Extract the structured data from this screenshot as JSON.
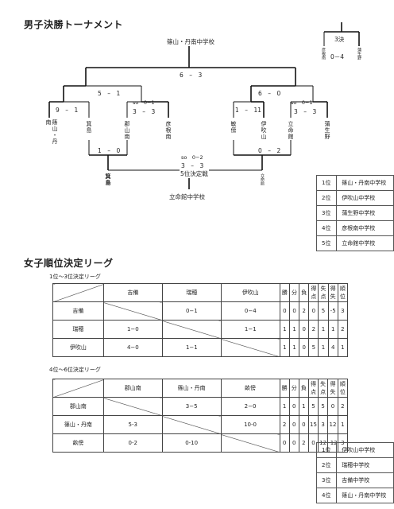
{
  "boys": {
    "title": "男子決勝トーナメント",
    "champion": "篠山・丹南中学校",
    "final_score": "6　–　3",
    "left_semi_score": "5　–　1",
    "right_semi_score": "6　–　0",
    "left_qf1_score": "9　–　1",
    "left_qf2_so": "so　0−1",
    "left_qf2_score": "3　–　3",
    "right_qf1_score": "1　–　11",
    "right_qf2_so": "so　0−1",
    "right_qf2_score": "3　–　3",
    "teams_left": [
      "篠山・丹南",
      "箕島",
      "郡山南",
      "彦根南"
    ],
    "teams_right": [
      "敏傍",
      "伊吹山",
      "立命館",
      "蒲生野"
    ],
    "consolation_left_score": "1　–　0",
    "consolation_right_score": "0　–　2",
    "fifth_so": "so　0−2",
    "fifth_score": "3　–　3",
    "fifth_label": "5位決定戦",
    "fifth_left_team": "箕島",
    "fifth_right_team": "立命館",
    "fifth_winner": "立命館中学校",
    "third": {
      "label": "3決",
      "left_team": "彦根南",
      "right_team": "蒲生野",
      "score": "0－4"
    },
    "ranking": [
      {
        "pos": "1位",
        "name": "篠山・丹南中学校"
      },
      {
        "pos": "2位",
        "name": "伊吹山中学校"
      },
      {
        "pos": "3位",
        "name": "蒲生野中学校"
      },
      {
        "pos": "4位",
        "name": "彦根南中学校"
      },
      {
        "pos": "5位",
        "name": "立命館中学校"
      }
    ]
  },
  "girls": {
    "title": "女子順位決定リーグ",
    "league1": {
      "subtitle": "1位～3位決定リーグ",
      "teams": [
        "吉備",
        "瑞穂",
        "伊吹山"
      ],
      "stat_headers": [
        "勝",
        "分",
        "負",
        "得点",
        "失点",
        "得失",
        "順位"
      ],
      "rows": [
        {
          "team": "吉備",
          "results": [
            "",
            "0−1",
            "0−4"
          ],
          "stats": [
            "0",
            "0",
            "2",
            "0",
            "5",
            "-5",
            "3"
          ]
        },
        {
          "team": "瑞穂",
          "results": [
            "1−0",
            "",
            "1−1"
          ],
          "stats": [
            "1",
            "1",
            "0",
            "2",
            "1",
            "1",
            "2"
          ]
        },
        {
          "team": "伊吹山",
          "results": [
            "4−0",
            "1−1",
            ""
          ],
          "stats": [
            "1",
            "1",
            "0",
            "5",
            "1",
            "4",
            "1"
          ]
        }
      ]
    },
    "league2": {
      "subtitle": "4位～6位決定リーグ",
      "teams": [
        "郡山南",
        "篠山・丹南",
        "畝傍"
      ],
      "stat_headers": [
        "勝",
        "分",
        "負",
        "得点",
        "失点",
        "得失",
        "順位"
      ],
      "rows": [
        {
          "team": "郡山南",
          "results": [
            "",
            "3−5",
            "2−0"
          ],
          "stats": [
            "1",
            "0",
            "1",
            "5",
            "5",
            "0",
            "2"
          ]
        },
        {
          "team": "篠山・丹南",
          "results": [
            "5-3",
            "",
            "10-0"
          ],
          "stats": [
            "2",
            "0",
            "0",
            "15",
            "3",
            "12",
            "1"
          ]
        },
        {
          "team": "畝傍",
          "results": [
            "0-2",
            "0-10",
            ""
          ],
          "stats": [
            "0",
            "0",
            "2",
            "0",
            "12",
            "-12",
            "3"
          ]
        }
      ]
    },
    "ranking": [
      {
        "pos": "1位",
        "name": "伊吹山中学校"
      },
      {
        "pos": "2位",
        "name": "瑞穂中学校"
      },
      {
        "pos": "3位",
        "name": "吉備中学校"
      },
      {
        "pos": "4位",
        "name": "篠山・丹南中学校"
      }
    ]
  }
}
